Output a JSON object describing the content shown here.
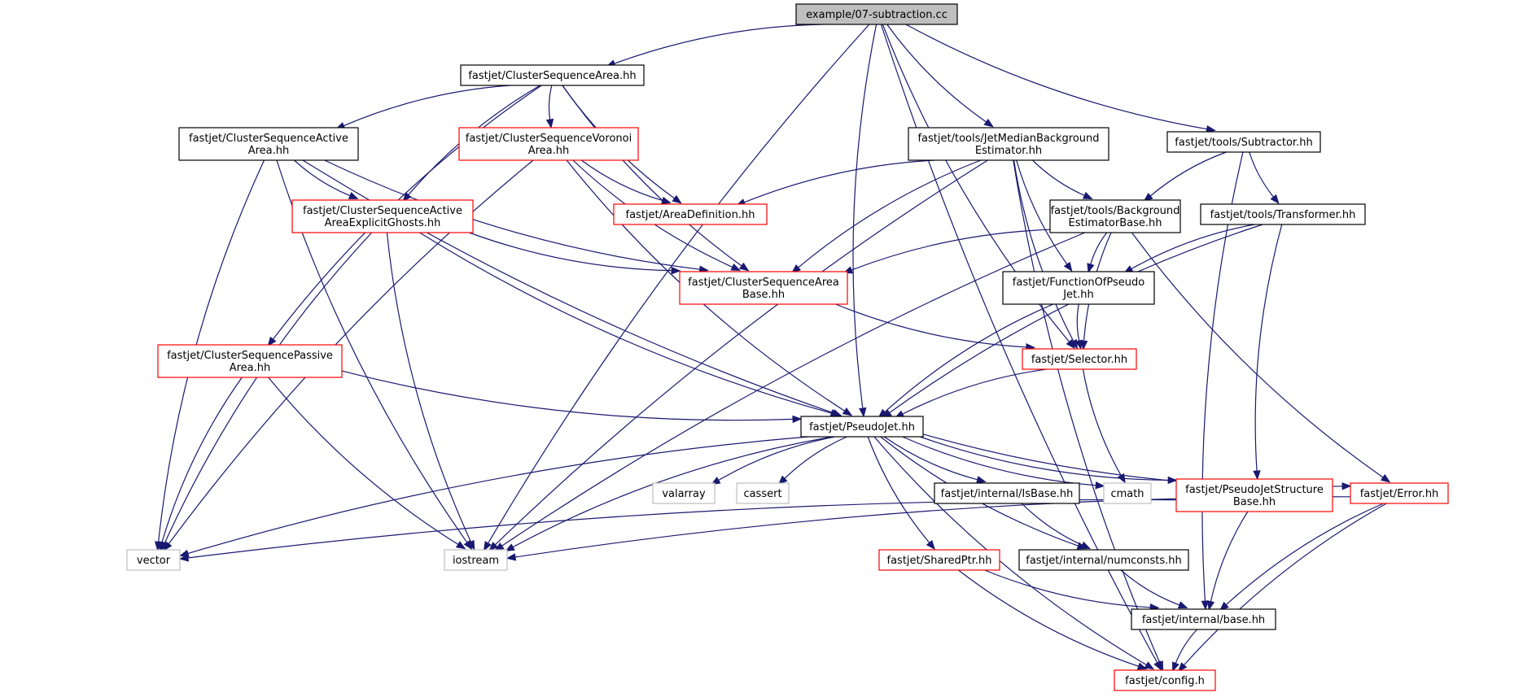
{
  "colors": {
    "edge": "#191970",
    "border_normal": "#000000",
    "border_incomplete": "#ff0000",
    "border_system": "#bfbfbf",
    "fill_root": "#bfbfbf",
    "fill_default": "#ffffff",
    "text": "#000000"
  },
  "nodes": {
    "root": {
      "lines": [
        "example/07-subtraction.cc"
      ],
      "kind": "root"
    },
    "csa": {
      "lines": [
        "fastjet/ClusterSequenceArea.hh"
      ],
      "kind": "normal"
    },
    "jetmedian": {
      "lines": [
        "fastjet/tools/JetMedianBackground",
        "Estimator.hh"
      ],
      "kind": "normal"
    },
    "subtractor": {
      "lines": [
        "fastjet/tools/Subtractor.hh"
      ],
      "kind": "normal"
    },
    "active": {
      "lines": [
        "fastjet/ClusterSequenceActive",
        "Area.hh"
      ],
      "kind": "normal"
    },
    "voronoi": {
      "lines": [
        "fastjet/ClusterSequenceVoronoi",
        "Area.hh"
      ],
      "kind": "incomplete"
    },
    "explicitghosts": {
      "lines": [
        "fastjet/ClusterSequenceActive",
        "AreaExplicitGhosts.hh"
      ],
      "kind": "incomplete"
    },
    "areadef": {
      "lines": [
        "fastjet/AreaDefinition.hh"
      ],
      "kind": "incomplete"
    },
    "bgbase": {
      "lines": [
        "fastjet/tools/Background",
        "EstimatorBase.hh"
      ],
      "kind": "normal"
    },
    "transformer": {
      "lines": [
        "fastjet/tools/Transformer.hh"
      ],
      "kind": "normal"
    },
    "csabase": {
      "lines": [
        "fastjet/ClusterSequenceArea",
        "Base.hh"
      ],
      "kind": "incomplete"
    },
    "funcofpj": {
      "lines": [
        "fastjet/FunctionOfPseudo",
        "Jet.hh"
      ],
      "kind": "normal"
    },
    "passive": {
      "lines": [
        "fastjet/ClusterSequencePassive",
        "Area.hh"
      ],
      "kind": "incomplete"
    },
    "selector": {
      "lines": [
        "fastjet/Selector.hh"
      ],
      "kind": "incomplete"
    },
    "pseudojet": {
      "lines": [
        "fastjet/PseudoJet.hh"
      ],
      "kind": "normal"
    },
    "valarray": {
      "lines": [
        "valarray"
      ],
      "kind": "system"
    },
    "cassert": {
      "lines": [
        "cassert"
      ],
      "kind": "system"
    },
    "isbase": {
      "lines": [
        "fastjet/internal/IsBase.hh"
      ],
      "kind": "normal"
    },
    "cmath": {
      "lines": [
        "cmath"
      ],
      "kind": "system"
    },
    "pjstruct": {
      "lines": [
        "fastjet/PseudoJetStructure",
        "Base.hh"
      ],
      "kind": "incomplete"
    },
    "error": {
      "lines": [
        "fastjet/Error.hh"
      ],
      "kind": "incomplete"
    },
    "vector": {
      "lines": [
        "vector"
      ],
      "kind": "system"
    },
    "iostream": {
      "lines": [
        "iostream"
      ],
      "kind": "system"
    },
    "sharedptr": {
      "lines": [
        "fastjet/SharedPtr.hh"
      ],
      "kind": "incomplete"
    },
    "numconsts": {
      "lines": [
        "fastjet/internal/numconsts.hh"
      ],
      "kind": "normal"
    },
    "base": {
      "lines": [
        "fastjet/internal/base.hh"
      ],
      "kind": "normal"
    },
    "config": {
      "lines": [
        "fastjet/config.h"
      ],
      "kind": "incomplete"
    }
  },
  "edges": [
    [
      "root",
      "csa"
    ],
    [
      "root",
      "iostream"
    ],
    [
      "root",
      "config"
    ],
    [
      "root",
      "pseudojet"
    ],
    [
      "root",
      "jetmedian"
    ],
    [
      "root",
      "subtractor"
    ],
    [
      "root",
      "selector"
    ],
    [
      "csa",
      "active"
    ],
    [
      "csa",
      "voronoi"
    ],
    [
      "csa",
      "passive"
    ],
    [
      "csa",
      "explicitghosts"
    ],
    [
      "csa",
      "areadef"
    ],
    [
      "csa",
      "csabase"
    ],
    [
      "active",
      "explicitghosts"
    ],
    [
      "active",
      "vector"
    ],
    [
      "active",
      "iostream"
    ],
    [
      "active",
      "pseudojet"
    ],
    [
      "active",
      "csabase"
    ],
    [
      "voronoi",
      "areadef"
    ],
    [
      "voronoi",
      "csabase"
    ],
    [
      "voronoi",
      "pseudojet"
    ],
    [
      "voronoi",
      "vector"
    ],
    [
      "explicitghosts",
      "csabase"
    ],
    [
      "explicitghosts",
      "pseudojet"
    ],
    [
      "explicitghosts",
      "vector"
    ],
    [
      "explicitghosts",
      "iostream"
    ],
    [
      "jetmedian",
      "areadef"
    ],
    [
      "jetmedian",
      "csabase"
    ],
    [
      "jetmedian",
      "bgbase"
    ],
    [
      "jetmedian",
      "funcofpj"
    ],
    [
      "jetmedian",
      "selector"
    ],
    [
      "jetmedian",
      "iostream"
    ],
    [
      "jetmedian",
      "config"
    ],
    [
      "subtractor",
      "bgbase"
    ],
    [
      "subtractor",
      "transformer"
    ],
    [
      "subtractor",
      "base"
    ],
    [
      "bgbase",
      "csabase"
    ],
    [
      "bgbase",
      "funcofpj"
    ],
    [
      "bgbase",
      "selector"
    ],
    [
      "bgbase",
      "error"
    ],
    [
      "bgbase",
      "iostream"
    ],
    [
      "transformer",
      "funcofpj"
    ],
    [
      "transformer",
      "pseudojet"
    ],
    [
      "transformer",
      "pjstruct"
    ],
    [
      "csabase",
      "selector"
    ],
    [
      "funcofpj",
      "selector"
    ],
    [
      "funcofpj",
      "pseudojet"
    ],
    [
      "passive",
      "pseudojet"
    ],
    [
      "passive",
      "vector"
    ],
    [
      "passive",
      "iostream"
    ],
    [
      "selector",
      "pseudojet"
    ],
    [
      "selector",
      "cmath"
    ],
    [
      "pseudojet",
      "valarray"
    ],
    [
      "pseudojet",
      "cassert"
    ],
    [
      "pseudojet",
      "isbase"
    ],
    [
      "pseudojet",
      "cmath"
    ],
    [
      "pseudojet",
      "pjstruct"
    ],
    [
      "pseudojet",
      "error"
    ],
    [
      "pseudojet",
      "vector"
    ],
    [
      "pseudojet",
      "iostream"
    ],
    [
      "pseudojet",
      "sharedptr"
    ],
    [
      "pseudojet",
      "numconsts"
    ],
    [
      "pseudojet",
      "config"
    ],
    [
      "isbase",
      "numconsts"
    ],
    [
      "pjstruct",
      "vector"
    ],
    [
      "pjstruct",
      "base"
    ],
    [
      "error",
      "iostream"
    ],
    [
      "error",
      "base"
    ],
    [
      "error",
      "config"
    ],
    [
      "sharedptr",
      "base"
    ],
    [
      "sharedptr",
      "config"
    ],
    [
      "numconsts",
      "base"
    ],
    [
      "base",
      "config"
    ]
  ]
}
